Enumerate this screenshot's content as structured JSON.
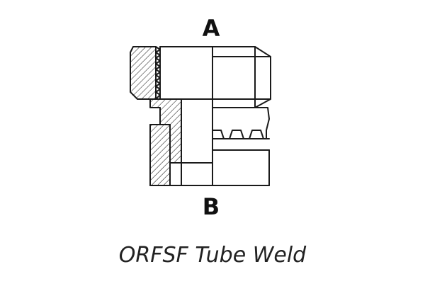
{
  "diagram": {
    "top_port_label": "A",
    "bottom_port_label": "B",
    "caption": "ORFSF Tube Weld"
  },
  "colors": {
    "stroke": "#1a1a1a",
    "text": "#111111",
    "background": "#ffffff"
  }
}
